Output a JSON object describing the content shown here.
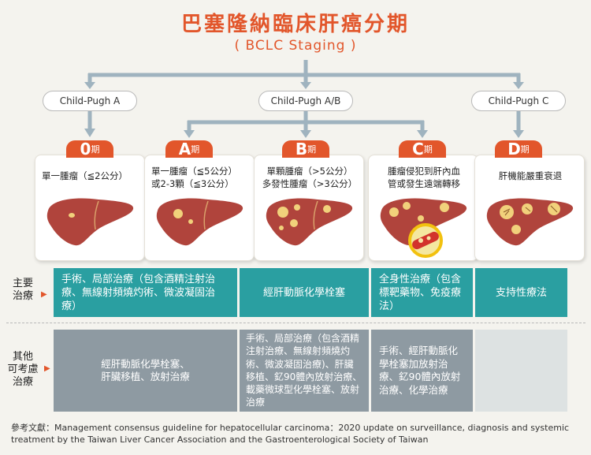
{
  "header": {
    "title": "巴塞隆納臨床肝癌分期",
    "subtitle": "( BCLC  Staging )"
  },
  "child_pugh": {
    "a": "Child-Pugh A",
    "ab": "Child-Pugh A/B",
    "c": "Child-Pugh C"
  },
  "stages": [
    {
      "letter": "0",
      "suffix": "期",
      "desc": "單一腫瘤（≦2公分）"
    },
    {
      "letter": "A",
      "suffix": "期",
      "desc": "單一腫瘤（≦5公分）\n或2-3顆（≦3公分）"
    },
    {
      "letter": "B",
      "suffix": "期",
      "desc": "單顆腫瘤（>5公分）\n多發性腫瘤（>3公分）"
    },
    {
      "letter": "C",
      "suffix": "期",
      "desc": "腫瘤侵犯到肝內血\n管或發生遠端轉移"
    },
    {
      "letter": "D",
      "suffix": "期",
      "desc": "肝機能嚴重衰退"
    }
  ],
  "main_treatment": {
    "label": "主要\n治療",
    "early": "手術、局部治療（包含酒精注射治療、無線射頻燒灼術、微波凝固治療）",
    "intermediate": "經肝動脈化學栓塞",
    "advanced": "全身性治療（包含標靶藥物、免疫療法）",
    "terminal": "支持性療法"
  },
  "other_treatment": {
    "label": "其他\n可考慮\n治療",
    "early": "經肝動脈化學栓塞、\n肝臟移植、放射治療",
    "intermediate": "手術、局部治療（包含酒精注射治療、無線射頻燒灼術、微波凝固治療)、肝臟移植、釔90體內放射治療、載藥微球型化學栓塞、放射治療",
    "advanced": "手術、經肝動脈化學栓塞加放射治療、釔90體內放射治療、化學治療"
  },
  "reference": {
    "label": "參考文獻",
    "text": "Management consensus guideline for hepatocellular carcinoma：2020 update on surveillance, diagnosis and systemic treatment by the Taiwan Liver Cancer Association and the Gastroenterological Society of Taiwan"
  },
  "colors": {
    "accent": "#e2562b",
    "teal": "#2a9fa1",
    "grey": "#8e9aa2",
    "liver": "#b0443c",
    "tumor": "#f1d17b",
    "arrow": "#9fb3bf"
  }
}
